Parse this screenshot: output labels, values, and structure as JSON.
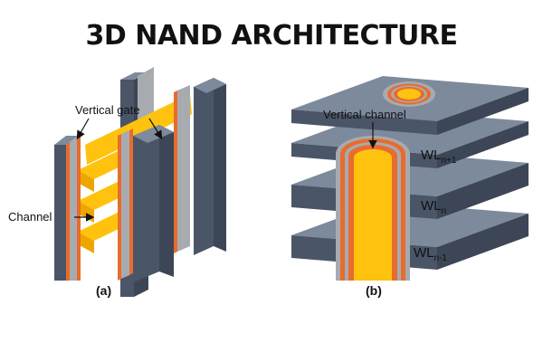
{
  "title": "3D NAND ARCHITECTURE",
  "panel_a": {
    "caption": "(a)",
    "label_gate": "Vertical gate",
    "label_channel": "Channel"
  },
  "panel_b": {
    "caption": "(b)",
    "label_channel": "Vertical channel",
    "wordlines": [
      {
        "base": "WL",
        "sub": "n+1"
      },
      {
        "base": "WL",
        "sub": "n"
      },
      {
        "base": "WL",
        "sub": "n-1"
      }
    ]
  },
  "colors": {
    "slab_top": "#7d8a9c",
    "slab_front": "#4a5567",
    "slab_side": "#3c4656",
    "gate_gray": "#a7abb0",
    "oxide_orange": "#e86c2d",
    "channel_yellow": "#ffc20e",
    "channel_dark": "#efa500"
  }
}
